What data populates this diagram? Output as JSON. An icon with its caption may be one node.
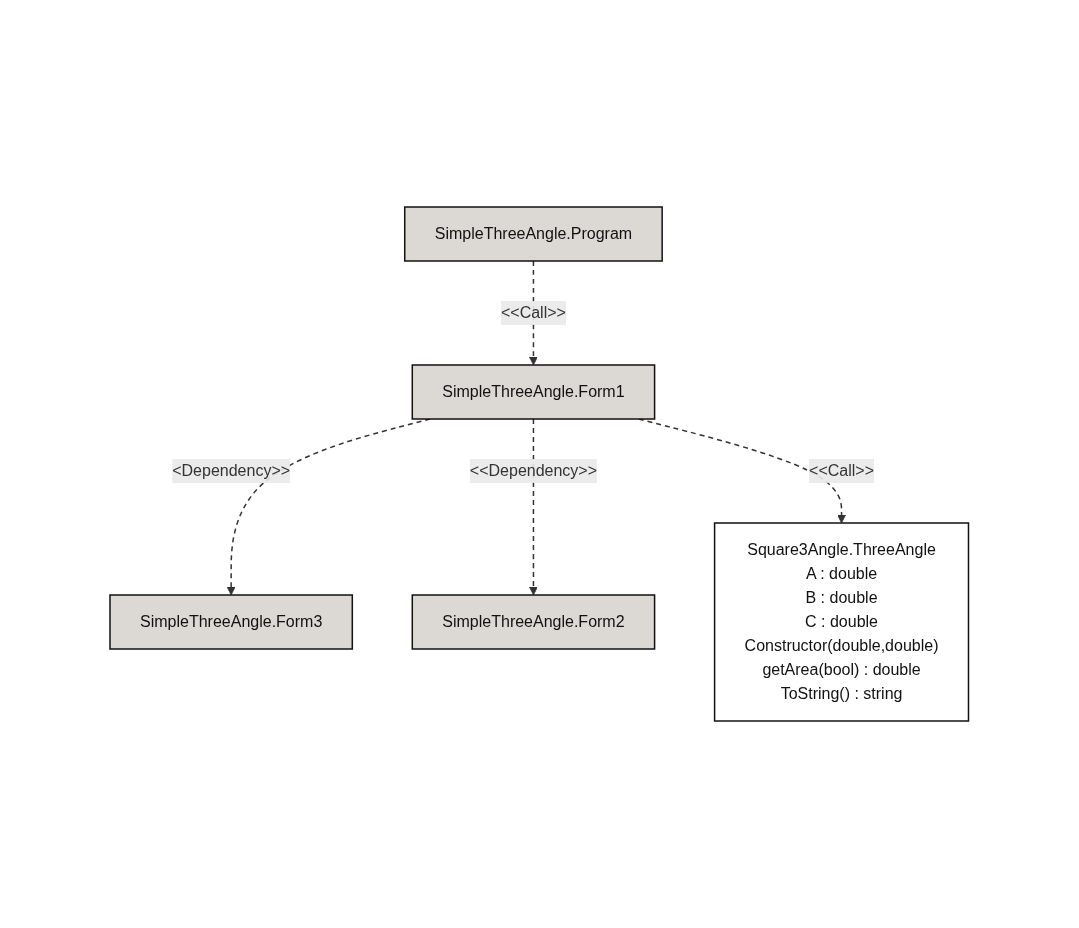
{
  "diagram": {
    "nodes": [
      {
        "text": [
          "SimpleThreeAngle.Program"
        ]
      },
      {
        "text": [
          "SimpleThreeAngle.Form1"
        ]
      },
      {
        "text": [
          "SimpleThreeAngle.Form3"
        ]
      },
      {
        "text": [
          "SimpleThreeAngle.Form2"
        ]
      },
      {
        "text": [
          "Square3Angle.ThreeAngle",
          "A : double",
          "B : double",
          "C : double",
          "Constructor(double,double)",
          "getArea(bool) : double",
          "ToString() : string"
        ]
      }
    ],
    "edges": [
      {
        "from": 0,
        "to": 1,
        "arrow": "to",
        "label": "<<Call>>",
        "style": "dashed"
      },
      {
        "from": 1,
        "to": 2,
        "arrow": "to",
        "label": "<Dependency>>",
        "style": "dashed"
      },
      {
        "from": 1,
        "to": 3,
        "arrow": "to",
        "label": "<<Dependency>>",
        "style": "dashed"
      },
      {
        "from": 1,
        "to": 4,
        "arrow": "to",
        "label": "<<Call>>",
        "style": "dashed"
      }
    ]
  }
}
